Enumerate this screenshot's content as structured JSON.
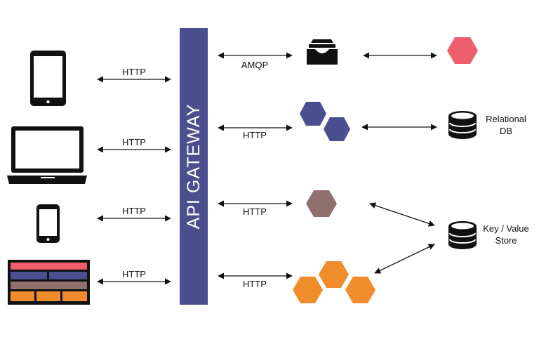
{
  "gateway": {
    "label": "API GATEWAY",
    "color": "#4c4f8f"
  },
  "clients": [
    {
      "name": "tablet",
      "icon": "tablet-icon",
      "protocol": "HTTP"
    },
    {
      "name": "laptop",
      "icon": "laptop-icon",
      "protocol": "HTTP"
    },
    {
      "name": "phone",
      "icon": "phone-icon",
      "protocol": "HTTP"
    },
    {
      "name": "web-app",
      "icon": "web-layout-icon",
      "protocol": "HTTP"
    }
  ],
  "services": [
    {
      "name": "message-queue",
      "icon": "inbox-tray-icon",
      "protocol": "AMQP"
    },
    {
      "name": "service-blue",
      "icon": "hexagon-pair-icon",
      "protocol": "HTTP",
      "color": "#4c4f8f"
    },
    {
      "name": "service-brown",
      "icon": "hexagon-icon",
      "protocol": "HTTP",
      "color": "#8f706c"
    },
    {
      "name": "service-orange",
      "icon": "hexagon-cluster-icon",
      "protocol": "HTTP",
      "color": "#f08c2b"
    }
  ],
  "backends": {
    "queue_consumer": {
      "icon": "hexagon-icon",
      "color": "#ee5e6c"
    },
    "relational": {
      "icon": "database-icon",
      "label_line1": "Relational",
      "label_line2": "DB"
    },
    "key_value": {
      "icon": "database-icon",
      "label_line1": "Key / Value",
      "label_line2": "Store"
    }
  },
  "web_layout_colors": {
    "header": "#ee5e6c",
    "nav": "#4c4f8f",
    "body": "#8f706c",
    "footer": "#f08c2b"
  }
}
